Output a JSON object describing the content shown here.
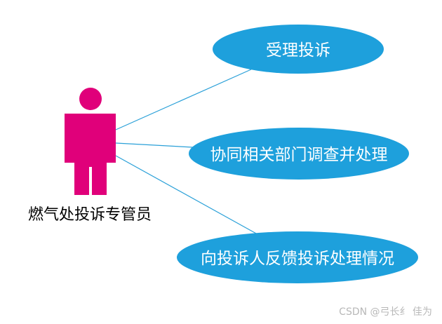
{
  "actor": {
    "label": "燃气处投诉专管员",
    "color": "#e0007a"
  },
  "use_cases": [
    {
      "label": "受理投诉"
    },
    {
      "label": "协同相关部门调查并处理"
    },
    {
      "label": "向投诉人反馈投诉处理情况"
    }
  ],
  "colors": {
    "use_case_fill": "#1ea0dc",
    "connector": "#2aa0d8",
    "use_case_text": "#ffffff"
  },
  "watermark": "CSDN @弓长纟 佳为"
}
